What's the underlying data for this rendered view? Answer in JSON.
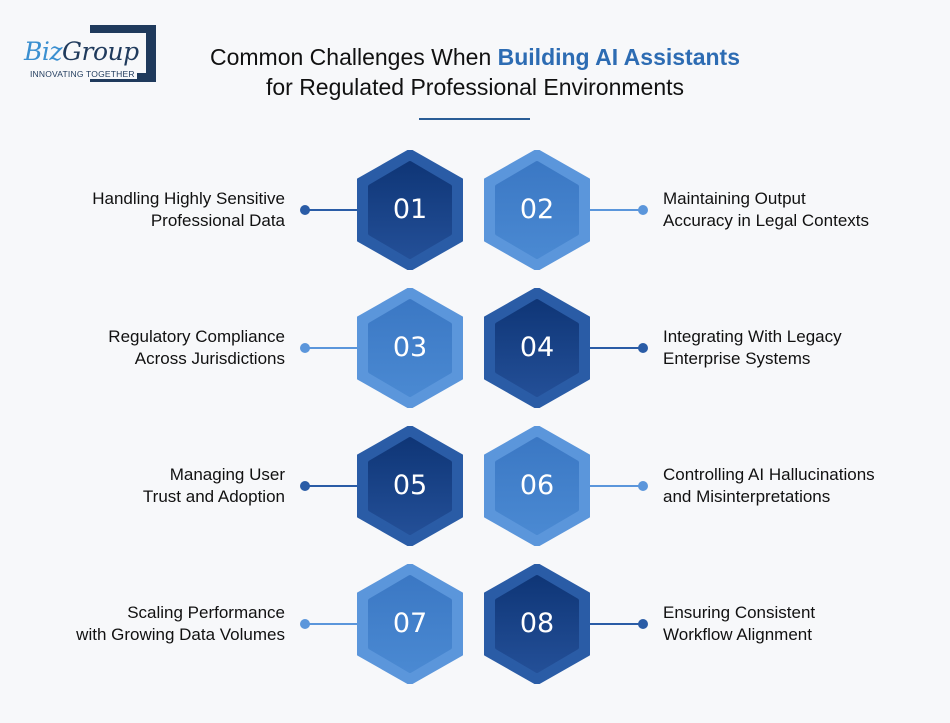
{
  "logo": {
    "wordmark_part1": "Biz",
    "wordmark_part2": "Group",
    "tagline": "INNOVATING TOGETHER"
  },
  "header": {
    "title_line1_plain": "Common Challenges When ",
    "title_line1_accent": "Building AI Assistants",
    "title_line2": "for Regulated Professional Environments"
  },
  "colors": {
    "dark_blue": "#1d4d92",
    "light_blue": "#4a86cf",
    "accent_text": "#2d6cb3",
    "background": "#f7f8fa"
  },
  "challenges": [
    {
      "number": "01",
      "line1": "Handling Highly Sensitive",
      "line2": "Professional Data",
      "side": "left",
      "tone": "dark"
    },
    {
      "number": "02",
      "line1": "Maintaining Output",
      "line2": "Accuracy in Legal Contexts",
      "side": "right",
      "tone": "light"
    },
    {
      "number": "03",
      "line1": "Regulatory Compliance",
      "line2": "Across Jurisdictions",
      "side": "left",
      "tone": "light"
    },
    {
      "number": "04",
      "line1": "Integrating With Legacy",
      "line2": "Enterprise Systems",
      "side": "right",
      "tone": "dark"
    },
    {
      "number": "05",
      "line1": "Managing User",
      "line2": "Trust and Adoption",
      "side": "left",
      "tone": "dark"
    },
    {
      "number": "06",
      "line1": "Controlling AI Hallucinations",
      "line2": "and Misinterpretations",
      "side": "right",
      "tone": "light"
    },
    {
      "number": "07",
      "line1": "Scaling Performance",
      "line2": "with Growing Data Volumes",
      "side": "left",
      "tone": "light"
    },
    {
      "number": "08",
      "line1": "Ensuring Consistent",
      "line2": "Workflow Alignment",
      "side": "right",
      "tone": "dark"
    }
  ]
}
